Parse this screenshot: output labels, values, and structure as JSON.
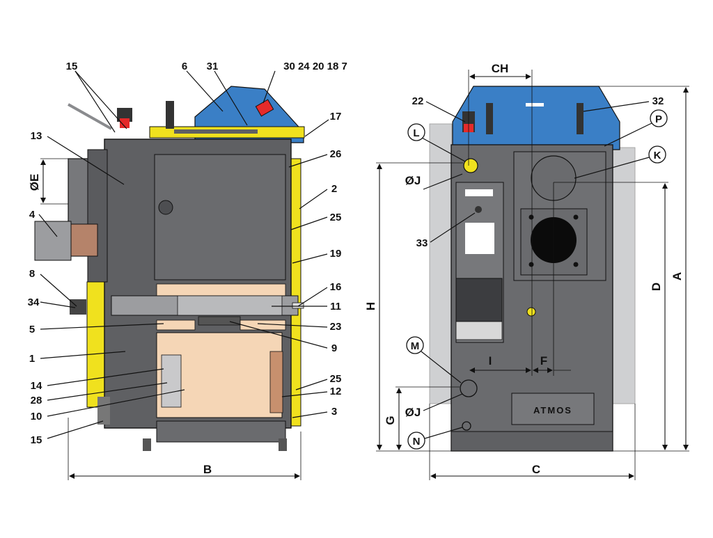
{
  "colors": {
    "steel_dark": "#5f6063",
    "steel_mid": "#77787b",
    "steel_light": "#b9babc",
    "yellow": "#f0e11e",
    "blue": "#3a7fc6",
    "refractory": "#f5d6b6",
    "panel_grey": "#cfd0d2",
    "line": "#111111"
  },
  "side_view": {
    "labels": {
      "l15a": "15",
      "l6": "6",
      "l31": "31",
      "l_top_group": "30 24 20 18 7",
      "l17": "17",
      "l13": "13",
      "l26": "26",
      "l_phiE": "ØE",
      "l2": "2",
      "l4": "4",
      "l25a": "25",
      "l19": "19",
      "l8": "8",
      "l16": "16",
      "l34": "34",
      "l11": "11",
      "l5": "5",
      "l23": "23",
      "l9": "9",
      "l1": "1",
      "l14": "14",
      "l25b": "25",
      "l28": "28",
      "l12": "12",
      "l10": "10",
      "l3": "3",
      "l15b": "15",
      "lB": "B"
    }
  },
  "front_view": {
    "labels": {
      "lCH": "CH",
      "l22": "22",
      "l32": "32",
      "lP": "P",
      "lL": "L",
      "lK": "K",
      "l_phiJ_top": "ØJ",
      "l33": "33",
      "lH": "H",
      "lD": "D",
      "lA": "A",
      "lM": "M",
      "lI": "I",
      "lF": "F",
      "lG": "G",
      "l_phiJ_bot": "ØJ",
      "lN": "N",
      "lC": "C"
    },
    "brand": "ATMOS"
  }
}
